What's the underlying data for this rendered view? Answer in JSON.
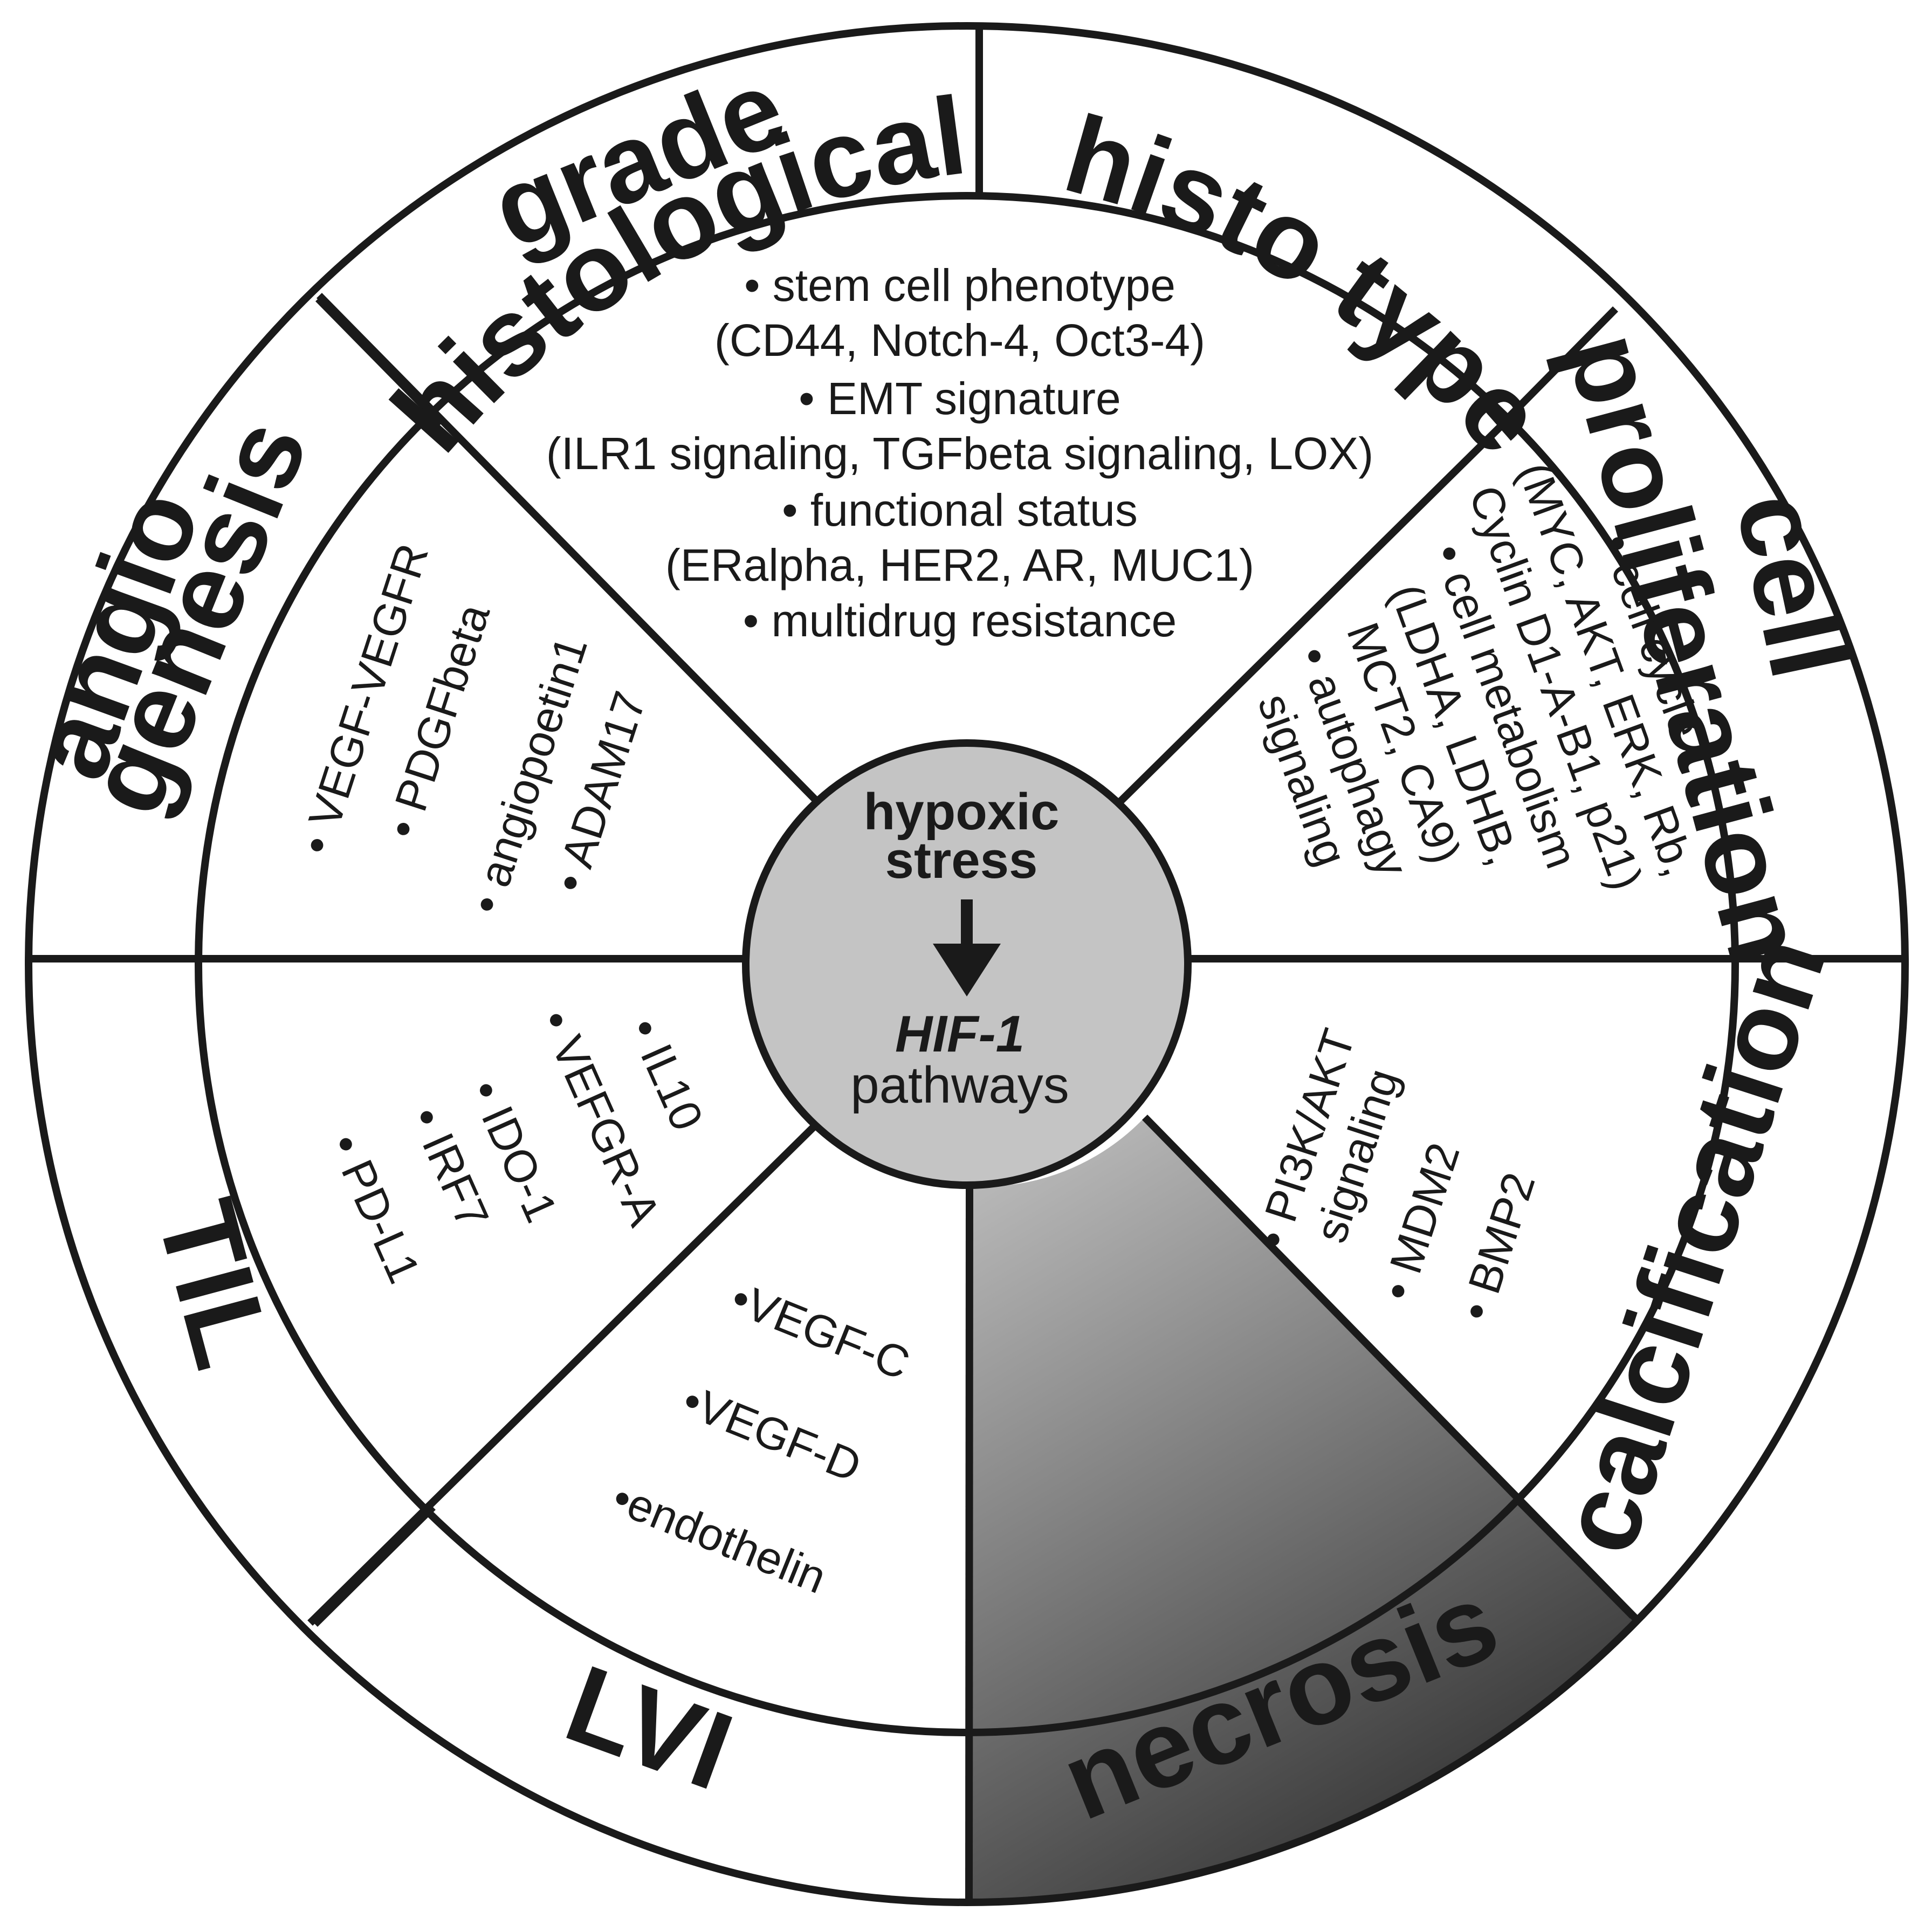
{
  "center": {
    "line1": "hypoxic",
    "line2": "stress",
    "line3": "HIF-1",
    "line4": "pathways"
  },
  "sectors": {
    "histological_grade": {
      "label_line1": "histological",
      "label_line2": "grade"
    },
    "histo_type": {
      "label": "histo type"
    },
    "top_inner": {
      "lines": [
        "• stem cell phenotype",
        "(CD44, Notch-4, Oct3-4)",
        "• EMT signature",
        "(ILR1 signaling, TGFbeta signaling, LOX)",
        "• functional status",
        "(ERalpha, HER2, AR, MUC1)",
        "• multidrug resistance"
      ]
    },
    "cell_proliferation": {
      "label_line1": "cell",
      "label_line2": "proliferation",
      "lines": [
        "• cell cycle",
        "(MYC, AKT, ERK, Rb,",
        "Cyclin D1-A-B1, p21)",
        "• cell metabolism",
        "(LDHA, LDHB,",
        "MCT2, CA9)",
        "• autophagy",
        "signaling"
      ]
    },
    "calcification": {
      "label": "calcification",
      "lines": [
        "• PI3K/AKT",
        "signaling",
        "• MDM2",
        "• BMP2"
      ]
    },
    "necrosis": {
      "label": "necrosis"
    },
    "lvi": {
      "label": "LVI",
      "lines": [
        "•VEGF-C",
        "•VEGF-D",
        "•endothelin"
      ]
    },
    "til": {
      "label": "TIL",
      "lines": [
        "• IL10",
        "• VEFGR-A",
        "• IDO-1",
        "• IRF7",
        "• PD-L1"
      ]
    },
    "angiogenesis": {
      "label_line1": "angio",
      "label_line2": "genesis",
      "lines": [
        "• VEGF-VEGFR",
        "• PDGFbeta",
        "• angiopoetin1",
        "• ADAM17"
      ]
    }
  },
  "colors": {
    "line": "#1a1a1a",
    "center_fill": "#c4c4c4",
    "necrosis_light": "#c8c8c8",
    "necrosis_dark": "#3e3e3e"
  }
}
